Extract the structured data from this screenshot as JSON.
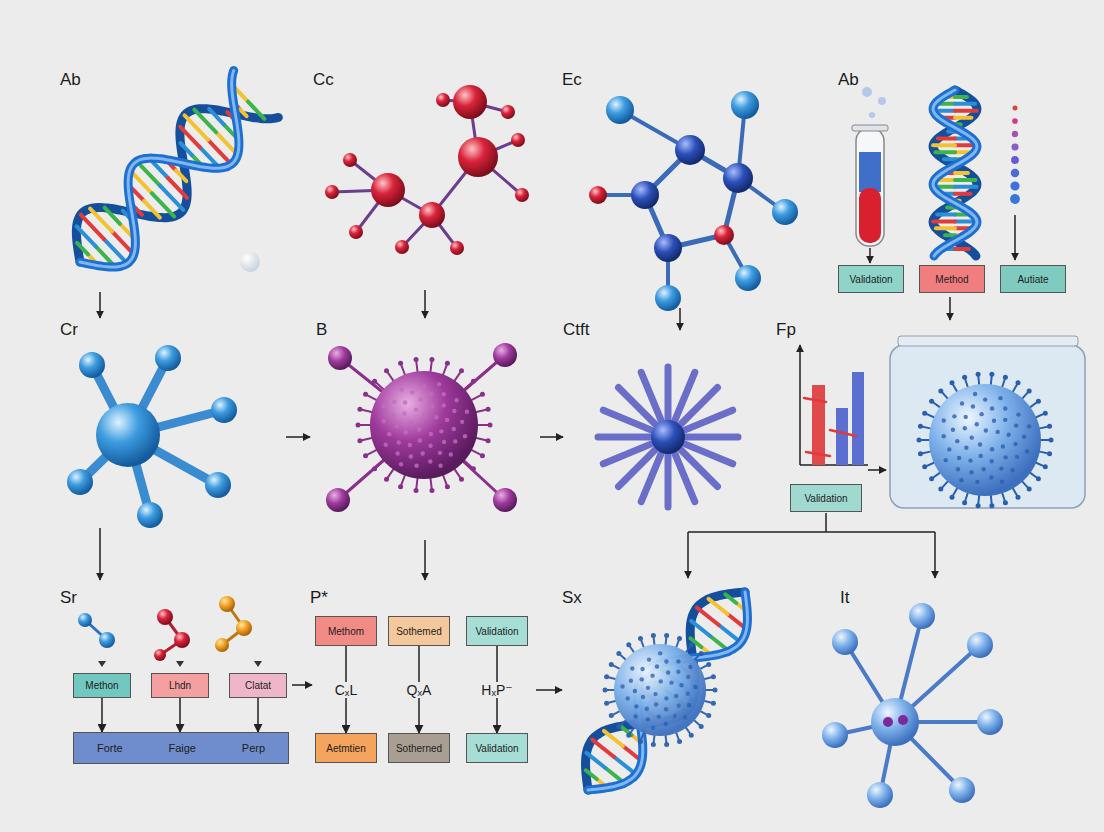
{
  "diagram": {
    "nodes": [
      {
        "text": [
          "Validation"
        ]
      },
      {
        "text": [
          "Method"
        ]
      },
      {
        "text": [
          "Autiate"
        ]
      },
      {
        "text": [
          "Validation"
        ]
      },
      {
        "text": [
          "Methon"
        ]
      },
      {
        "text": [
          "Lhdn"
        ]
      },
      {
        "text": [
          "Clatat"
        ]
      },
      {
        "text": [
          "Forte",
          "Faige",
          "Perp"
        ]
      },
      {
        "text": [
          "Methom"
        ]
      },
      {
        "text": [
          "Sothemed"
        ]
      },
      {
        "text": [
          "Validation"
        ]
      },
      {
        "text": [
          "Aetmtien"
        ]
      },
      {
        "text": [
          "Sotherned"
        ]
      },
      {
        "text": [
          "Validation"
        ]
      }
    ],
    "edges": [
      {
        "from": 4,
        "to": 7,
        "arrow": "to"
      },
      {
        "from": 5,
        "to": 7,
        "arrow": "to"
      },
      {
        "from": 6,
        "to": 7,
        "arrow": "to"
      },
      {
        "from": 8,
        "to": 11,
        "label": "CₓL",
        "arrow": "to"
      },
      {
        "from": 9,
        "to": 12,
        "label": "QₓA",
        "arrow": "to"
      },
      {
        "from": 10,
        "to": 13,
        "label": "HₓP⁻",
        "arrow": "to"
      }
    ],
    "labels": [
      "Ab",
      "Cc",
      "Ec",
      "Ab",
      "Cr",
      "B",
      "Ctft",
      "Fp",
      "Sr",
      "P*",
      "Sx",
      "It"
    ]
  }
}
